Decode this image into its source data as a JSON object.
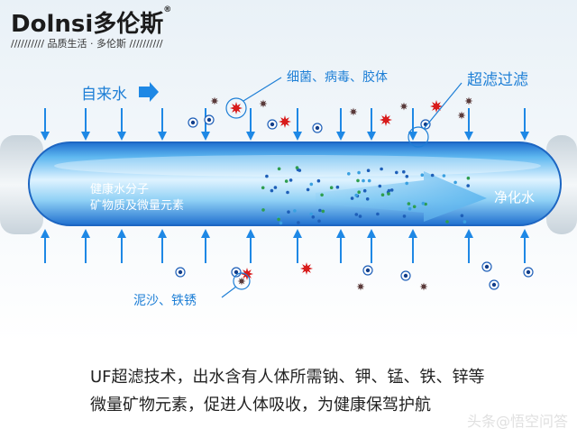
{
  "brand": {
    "logo": "Dolnsi多伦斯",
    "reg_mark": "®",
    "tagline": "////////// 品质生活 · 多伦斯 //////////"
  },
  "diagram": {
    "label_inflow": "自来水",
    "label_bacteria": "细菌、病毒、胶体",
    "label_uf": "超滤过滤",
    "label_health_1": "健康水分子",
    "label_health_2": "矿物质及微量元素",
    "label_pure": "净化水",
    "label_sediment": "泥沙、铁锈"
  },
  "caption": {
    "line1": "UF超滤技术，出水含有人体所需钠、钾、锰、铁、锌等",
    "line2": "微量矿物元素，促进人体吸收，为健康保驾护航"
  },
  "watermark": "头条@悟空问答",
  "colors": {
    "pipe": "#3f9fe3",
    "arrow": "#1e88e5",
    "label": "#1e7fd6",
    "bacteria": "#d81b1b",
    "dark_particle": "#5a3a3a"
  }
}
